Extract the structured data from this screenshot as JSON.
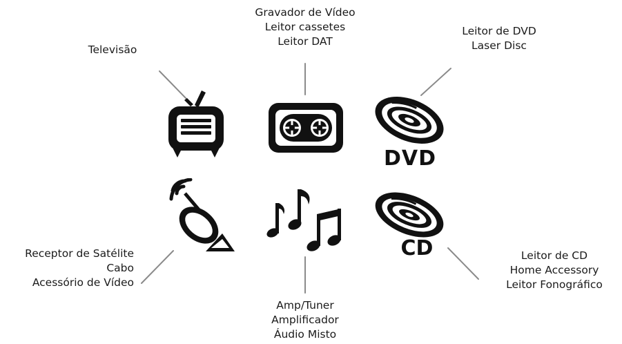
{
  "colors": {
    "ink": "#111111",
    "leader": "#8a8a8a",
    "background": "#ffffff"
  },
  "groups": {
    "tv": {
      "icon": "television-icon",
      "lines": [
        "Televisão"
      ]
    },
    "video": {
      "icon": "cassette-tape-icon",
      "lines": [
        "Gravador de Vídeo",
        "Leitor cassetes",
        "Leitor DAT"
      ]
    },
    "dvd": {
      "icon": "dvd-disc-icon",
      "icon_text": "DVD",
      "lines": [
        "Leitor de DVD",
        "Laser Disc"
      ]
    },
    "sat": {
      "icon": "satellite-dish-icon",
      "lines": [
        "Receptor de Satélite",
        "Cabo",
        "Acessório de Vídeo"
      ]
    },
    "audio": {
      "icon": "music-notes-icon",
      "lines": [
        "Amp/Tuner",
        "Amplificador",
        "Áudio Misto"
      ]
    },
    "cd": {
      "icon": "cd-disc-icon",
      "icon_text": "CD",
      "lines": [
        "Leitor de CD",
        "Home Accessory",
        "Leitor Fonográfico"
      ]
    }
  }
}
